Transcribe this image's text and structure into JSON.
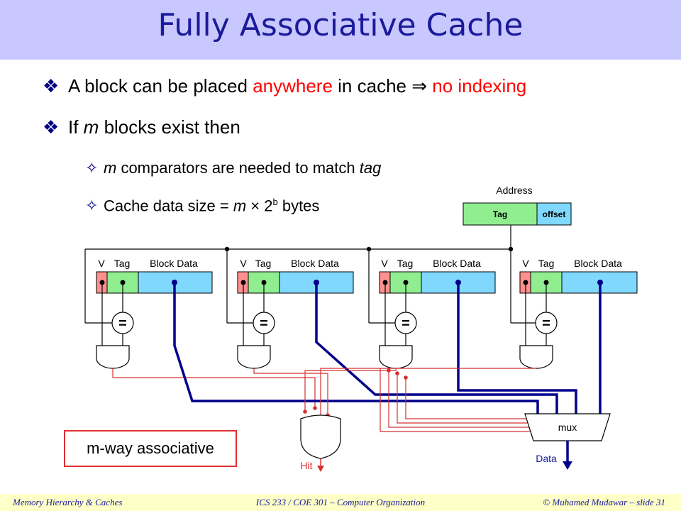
{
  "title": "Fully Associative Cache",
  "bullets": {
    "b1": {
      "a": "A block can be placed ",
      "b": "anywhere",
      "c": " in cache ",
      "arrow": "⇒",
      "d": " no indexing"
    },
    "b2": {
      "a": "If ",
      "m": "m",
      "b": " blocks exist then"
    },
    "s1": {
      "m": "m",
      "a": " comparators are needed to match ",
      "tag": "tag"
    },
    "s2": {
      "a": "Cache data size = ",
      "m": "m",
      "times": " × 2",
      "sup": "b",
      "b": " bytes"
    }
  },
  "diagram": {
    "address_label": "Address",
    "tag_field": "Tag",
    "offset_field": "offset",
    "col_v": "V",
    "col_tag": "Tag",
    "col_data": "Block Data",
    "comparator": "=",
    "mux_label": "mux",
    "hit_label": "Hit",
    "data_label": "Data",
    "colors": {
      "valid": "#ff9090",
      "tag": "#90ee90",
      "data": "#80d8ff",
      "data_bus": "#00008b",
      "hit_wire": "#d43030"
    }
  },
  "assoc_box": "m-way associative",
  "footer": {
    "left": "Memory Hierarchy & Caches",
    "center": "ICS 233 / COE 301 – Computer Organization",
    "right": "© Muhamed Mudawar – slide 31"
  }
}
